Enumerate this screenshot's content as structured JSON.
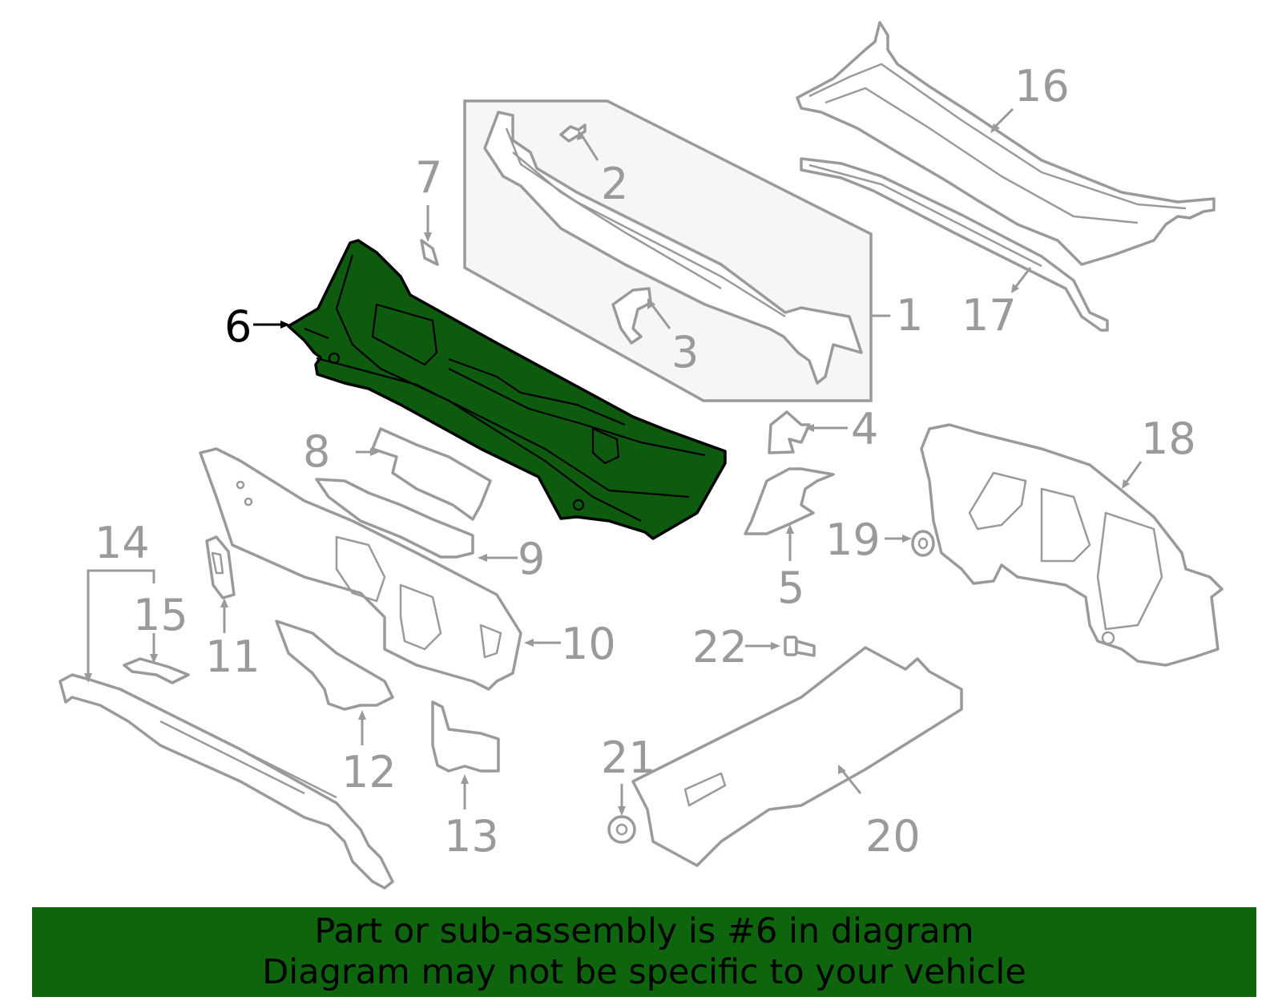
{
  "highlighted_part": "6",
  "callouts": [
    {
      "id": "1",
      "label": "1"
    },
    {
      "id": "2",
      "label": "2"
    },
    {
      "id": "3",
      "label": "3"
    },
    {
      "id": "4",
      "label": "4"
    },
    {
      "id": "5",
      "label": "5"
    },
    {
      "id": "6",
      "label": "6"
    },
    {
      "id": "7",
      "label": "7"
    },
    {
      "id": "8",
      "label": "8"
    },
    {
      "id": "9",
      "label": "9"
    },
    {
      "id": "10",
      "label": "10"
    },
    {
      "id": "11",
      "label": "11"
    },
    {
      "id": "12",
      "label": "12"
    },
    {
      "id": "13",
      "label": "13"
    },
    {
      "id": "14",
      "label": "14"
    },
    {
      "id": "15",
      "label": "15"
    },
    {
      "id": "16",
      "label": "16"
    },
    {
      "id": "17",
      "label": "17"
    },
    {
      "id": "18",
      "label": "18"
    },
    {
      "id": "19",
      "label": "19"
    },
    {
      "id": "20",
      "label": "20"
    },
    {
      "id": "21",
      "label": "21"
    },
    {
      "id": "22",
      "label": "22"
    }
  ],
  "banner": {
    "line1": "Part or sub-assembly is #6 in diagram",
    "line2": "Diagram may not be specific to your vehicle"
  },
  "colors": {
    "highlight_fill": "#0e5a0e",
    "banner_bg": "#0e650e",
    "outline_gray": "#9a9a9a",
    "highlight_text": "#000000"
  }
}
